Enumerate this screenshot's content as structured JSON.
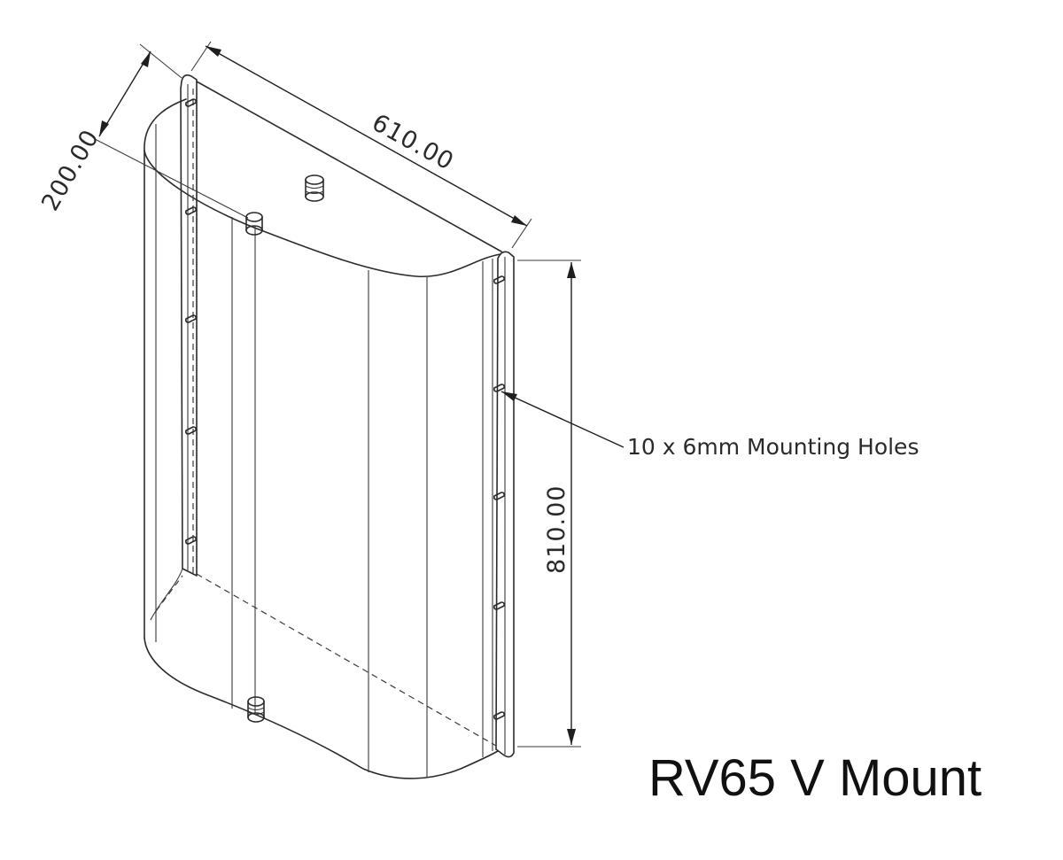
{
  "drawing": {
    "title": "RV65 V Mount",
    "dimensions": {
      "width": "610.00",
      "depth": "200.00",
      "height": "810.00"
    },
    "callout": "10 x 6mm Mounting Holes"
  },
  "colors": {
    "line": "#2b2b2b",
    "background": "#ffffff"
  }
}
